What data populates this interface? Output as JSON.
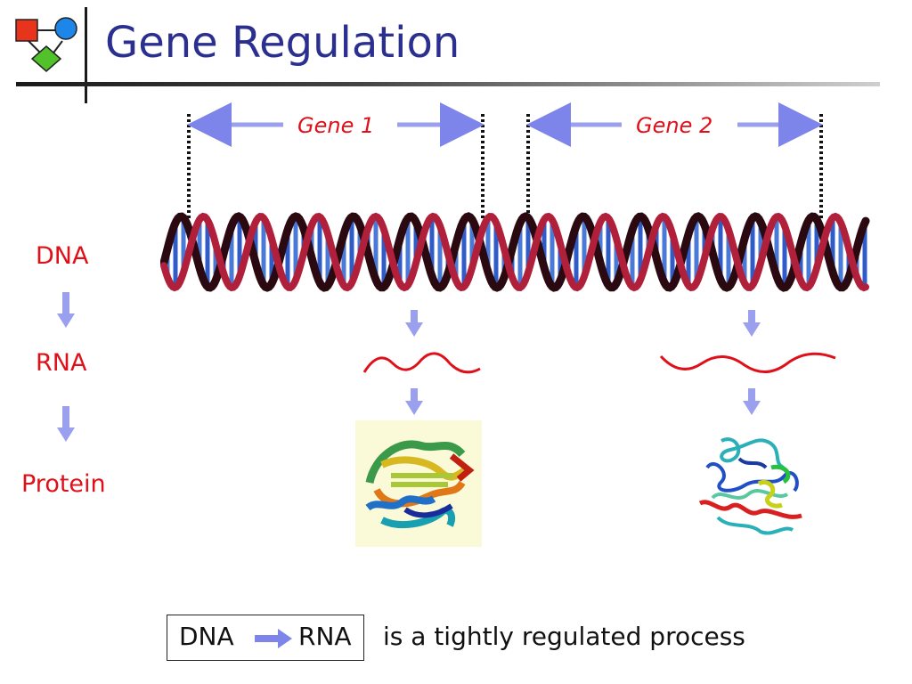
{
  "slide": {
    "title": "Gene Regulation",
    "colors": {
      "title": "#2b2f8f",
      "accent_red": "#e0101a",
      "arrow_blue": "#9aa0ee",
      "divider": "#1a1a1a"
    }
  },
  "logo": {
    "icon": "network-logo-icon"
  },
  "flow": {
    "dna_label": "DNA",
    "rna_label": "RNA",
    "protein_label": "Protein"
  },
  "genes": [
    {
      "label": "Gene 1"
    },
    {
      "label": "Gene 2"
    }
  ],
  "proteins": [
    {
      "icon": "protein-ribbon-structure-1-icon"
    },
    {
      "icon": "protein-ribbon-structure-2-icon"
    }
  ],
  "caption": {
    "dna": "DNA",
    "rna": "RNA",
    "text": "is a tightly regulated process"
  }
}
